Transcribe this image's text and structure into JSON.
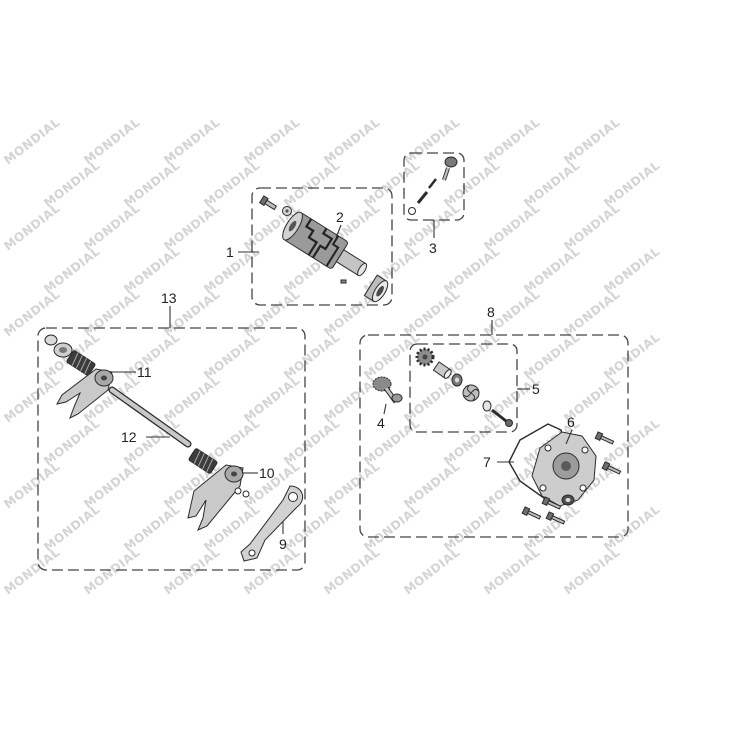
{
  "watermark": {
    "text": "MONDIAL",
    "color": "#d4d4d4"
  },
  "callouts": {
    "n1": "1",
    "n2": "2",
    "n3": "3",
    "n4": "4",
    "n5": "5",
    "n6": "6",
    "n7": "7",
    "n8": "8",
    "n9": "9",
    "n10": "10",
    "n11": "11",
    "n12": "12",
    "n13": "13"
  },
  "colors": {
    "line": "#444444",
    "part_light": "#cfcfcf",
    "part_mid": "#a6a6a6",
    "part_dark": "#5e5e5e",
    "background": "#ffffff"
  }
}
